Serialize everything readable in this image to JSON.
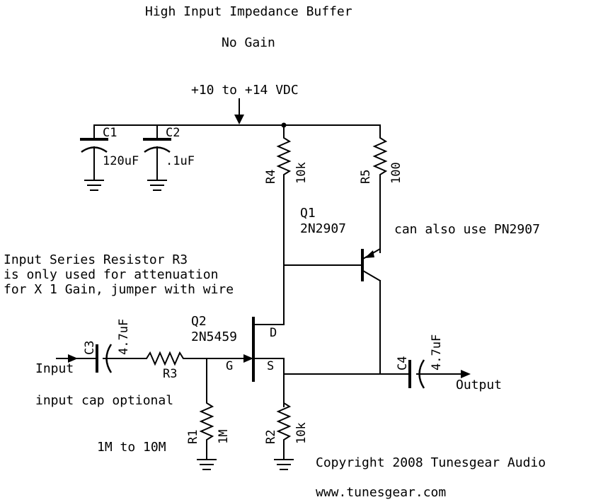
{
  "title": "High Input Impedance Buffer",
  "subtitle": "No Gain",
  "supply_label": "+10 to +14 VDC",
  "components": {
    "c1": {
      "ref": "C1",
      "value": "120uF"
    },
    "c2": {
      "ref": "C2",
      "value": ".1uF"
    },
    "c3": {
      "ref": "C3",
      "value": "4.7uF"
    },
    "c4": {
      "ref": "C4",
      "value": "4.7uF"
    },
    "r1": {
      "ref": "R1",
      "value": "1M"
    },
    "r2": {
      "ref": "R2",
      "value": "10k"
    },
    "r3": {
      "ref": "R3"
    },
    "r4": {
      "ref": "R4",
      "value": "10k"
    },
    "r5": {
      "ref": "R5",
      "value": "100"
    },
    "q1": {
      "ref": "Q1",
      "part": "2N2907",
      "note": "can also use PN2907"
    },
    "q2": {
      "ref": "Q2",
      "part": "2N5459",
      "pin_d": "D",
      "pin_g": "G",
      "pin_s": "S"
    }
  },
  "notes": {
    "r3_line1": "Input Series Resistor R3",
    "r3_line2": "is only used for attenuation",
    "r3_line3": "for X 1 Gain, jumper with wire",
    "input_cap": "input cap optional",
    "r1_range": "1M to 10M"
  },
  "input_label": "Input",
  "output_label": "Output",
  "copyright": "Copyright 2008 Tunesgear Audio",
  "website": "www.tunesgear.com"
}
